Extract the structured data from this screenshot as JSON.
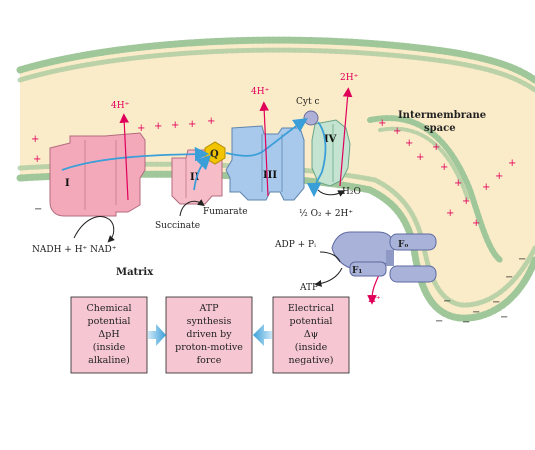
{
  "labels": {
    "proton_left": "4H⁺",
    "proton_middle": "4H⁺",
    "proton_right": "2H⁺",
    "cyt_c": "Cyt c",
    "q": "Q",
    "complex_1": "I",
    "complex_2": "II",
    "complex_3": "III",
    "complex_4": "IV",
    "intermembrane": [
      "Intermembrane",
      "space"
    ],
    "h2o": "H₂O",
    "oxygen": "½ O₂ + 2H⁺",
    "fumarate": "Fumarate",
    "succinate": "Succinate",
    "nadh": "NADH + H⁺  NAD⁺",
    "matrix": "Matrix",
    "adp": "ADP + Pᵢ",
    "atp": "ATP",
    "fo": "Fₒ",
    "f1": "F₁",
    "h_plus": "H⁺",
    "plus": "+",
    "minus": "−"
  },
  "boxes": {
    "chemical": [
      "Chemical",
      "potential",
      "ΔpH",
      "(inside",
      "alkaline)"
    ],
    "atp": [
      "ATP",
      "synthesis",
      "driven by",
      "proton-motive",
      "force"
    ],
    "electrical": [
      "Electrical",
      "potential",
      "Δψ",
      "(inside",
      "negative)"
    ]
  },
  "colors": {
    "membrane_band": "#fbecc9",
    "lipid_head": "#d9ecd4",
    "complex_pink": "#f4a9bb",
    "complex_blue": "#a9c9ec",
    "complex_green": "#c4e3d0",
    "q_yellow": "#f2c400",
    "arrow_blue": "#3a9fd8",
    "proton_pink": "#e0005a",
    "box_pink": "#f6c7d2"
  }
}
